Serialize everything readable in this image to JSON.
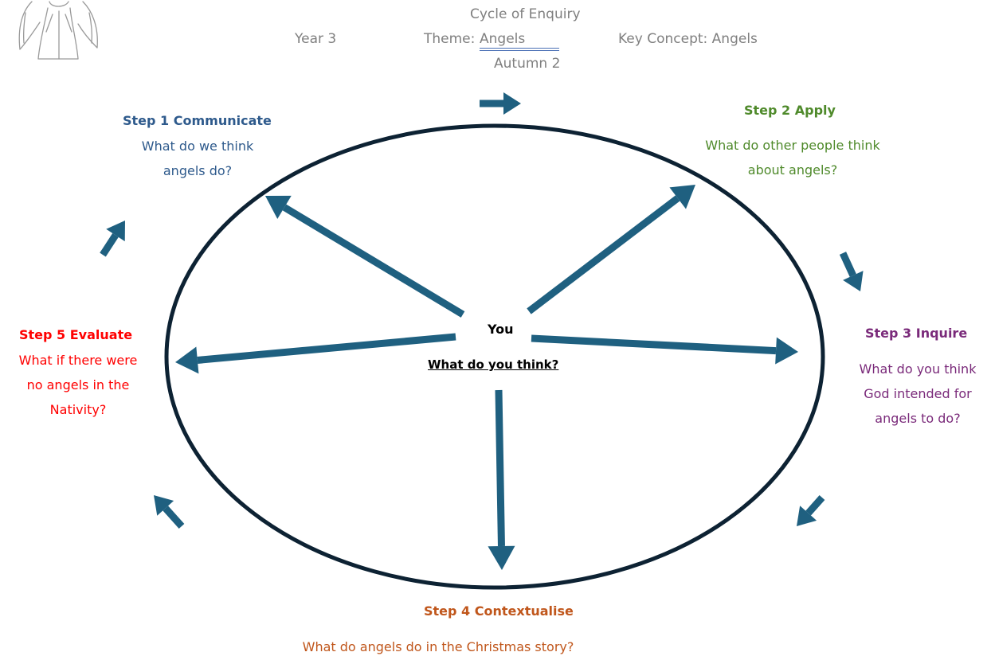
{
  "header": {
    "title": "Cycle of Enquiry",
    "year": "Year 3",
    "theme_label": "Theme:",
    "theme_value": "Angels",
    "key_concept": "Key Concept: Angels",
    "term": "Autumn 2"
  },
  "center": {
    "label": "You",
    "question": "What do you think?"
  },
  "steps": [
    {
      "title": "Step 1 Communicate",
      "question_lines": [
        "What do we think",
        "angels do?"
      ],
      "color": "#2e5a8c"
    },
    {
      "title": "Step 2 Apply",
      "question_lines": [
        "What do other people think",
        "about angels?"
      ],
      "color": "#4f8a2b"
    },
    {
      "title": "Step 3 Inquire",
      "question_lines": [
        "What do you think",
        "God intended for",
        "angels to do?"
      ],
      "color": "#7a2a7a"
    },
    {
      "title": "Step 4 Contextualise",
      "question_lines": [
        "What do angels do in the Christmas story?"
      ],
      "color": "#c0561b"
    },
    {
      "title": "Step 5 Evaluate",
      "question_lines": [
        "What if there were",
        "no angels in the",
        "Nativity?"
      ],
      "color": "#ff0000"
    }
  ],
  "colors": {
    "arrow": "#1f6080",
    "ellipse": "#0d2233",
    "header_text": "#7f7f7f",
    "theme_underline": "#4a6fb5"
  },
  "icons": {
    "logo": "angel-sketch-icon"
  }
}
